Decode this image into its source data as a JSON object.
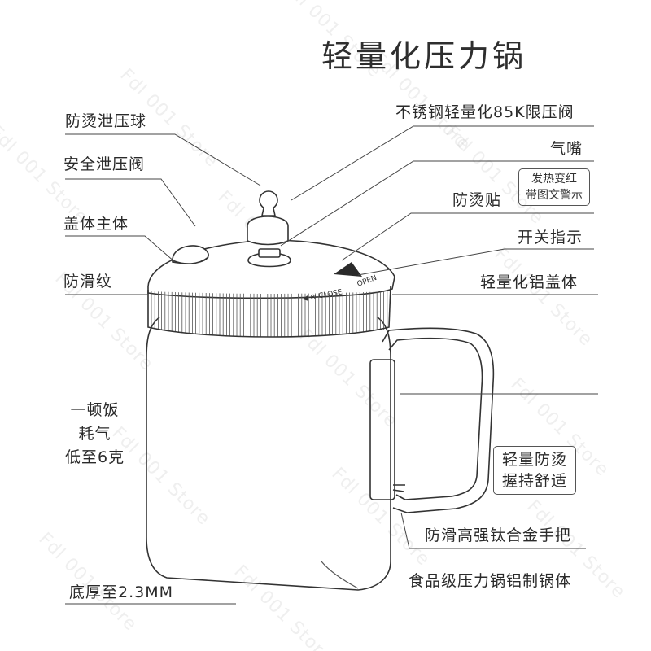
{
  "title": "轻量化压力锅",
  "labels": {
    "anti_scald_ball": "防烫泄压球",
    "safety_valve": "安全泄压阀",
    "lid_body": "盖体主体",
    "anti_slip": "防滑纹",
    "limit_valve": "不锈钢轻量化85K限压阀",
    "air_nozzle": "气嘴",
    "anti_scald_sticker": "防烫贴",
    "switch_indicator": "开关指示",
    "aluminum_lid": "轻量化铝盖体",
    "handle": "防滑高强钛合金手把",
    "pot_body": "食品级压力锅铝制锅体",
    "bottom": "底厚至2.3MM"
  },
  "sticker_note": [
    "发热变红",
    "带图文警示"
  ],
  "grip_note": [
    "轻量防烫",
    "握持舒适"
  ],
  "fuel_note": [
    "一顿饭",
    "耗气",
    "低至6克"
  ],
  "lid_text": {
    "close": "◀ ⊗ CLOSE",
    "open": "OPEN"
  },
  "watermark": "Fdl 001 Store"
}
